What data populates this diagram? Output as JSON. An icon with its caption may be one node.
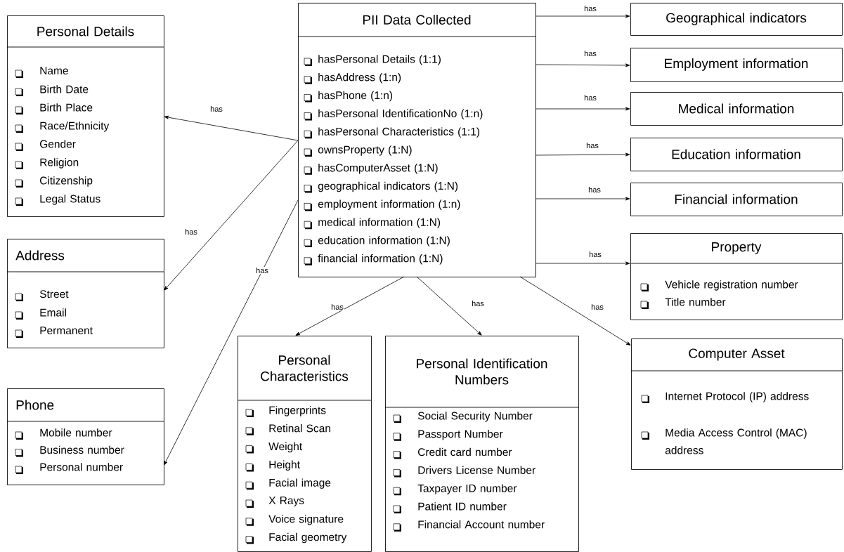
{
  "diagram": {
    "nodes": [
      {
        "text": [
          "PII Data Collected",
          "hasPersonal Details (1:1)",
          "hasAddress (1:n)",
          "hasPhone (1:n)",
          "hasPersonal IdentificationNo (1:n)",
          "hasPersonal Characteristics (1:1)",
          "ownsProperty (1:N)",
          "hasComputerAsset (1:N)",
          "geographical indicators (1:N)",
          "employment information (1:n)",
          "medical information (1:N)",
          "education information (1:N)",
          "financial information (1:N)"
        ]
      },
      {
        "text": [
          "Personal Details",
          "Name",
          "Birth Date",
          "Birth Place",
          "Race/Ethnicity",
          "Gender",
          "Religion",
          "Citizenship",
          "Legal Status"
        ]
      },
      {
        "text": [
          "Address",
          "Street",
          "Email",
          "Permanent"
        ]
      },
      {
        "text": [
          "Phone",
          "Mobile number",
          "Business number",
          "Personal number"
        ]
      },
      {
        "text": [
          "Personal Characteristics",
          "Fingerprints",
          "Retinal Scan",
          "Weight",
          "Height",
          "Facial image",
          "X Rays",
          "Voice signature",
          "Facial geometry"
        ]
      },
      {
        "text": [
          "Personal Identification Numbers",
          "Social Security Number",
          "Passport Number",
          "Credit card number",
          "Drivers License Number",
          "Taxpayer ID number",
          "Patient ID number",
          "Financial Account number"
        ]
      },
      {
        "text": [
          "Geographical indicators"
        ]
      },
      {
        "text": [
          "Employment information"
        ]
      },
      {
        "text": [
          "Medical information"
        ]
      },
      {
        "text": [
          "Education information"
        ]
      },
      {
        "text": [
          "Financial information"
        ]
      },
      {
        "text": [
          "Property",
          "Vehicle registration number",
          "Title number"
        ]
      },
      {
        "text": [
          "Computer Asset",
          "Internet Protocol (IP) address",
          "Media Access Control (MAC) address"
        ]
      }
    ],
    "edges": [
      {
        "from": 0,
        "to": 1,
        "arrow": "to",
        "label": "has"
      },
      {
        "from": 0,
        "to": 2,
        "arrow": "to",
        "label": "has"
      },
      {
        "from": 0,
        "to": 3,
        "arrow": "to",
        "label": "has"
      },
      {
        "from": 0,
        "to": 4,
        "arrow": "to",
        "label": "has"
      },
      {
        "from": 0,
        "to": 5,
        "arrow": "to",
        "label": "has"
      },
      {
        "from": 0,
        "to": 6,
        "arrow": "to",
        "label": "has"
      },
      {
        "from": 0,
        "to": 7,
        "arrow": "to",
        "label": "has"
      },
      {
        "from": 0,
        "to": 8,
        "arrow": "to",
        "label": "has"
      },
      {
        "from": 0,
        "to": 9,
        "arrow": "to",
        "label": "has"
      },
      {
        "from": 0,
        "to": 10,
        "arrow": "to",
        "label": "has"
      },
      {
        "from": 0,
        "to": 11,
        "arrow": "to",
        "label": "has"
      },
      {
        "from": 0,
        "to": 12,
        "arrow": "to",
        "label": "has"
      }
    ]
  }
}
